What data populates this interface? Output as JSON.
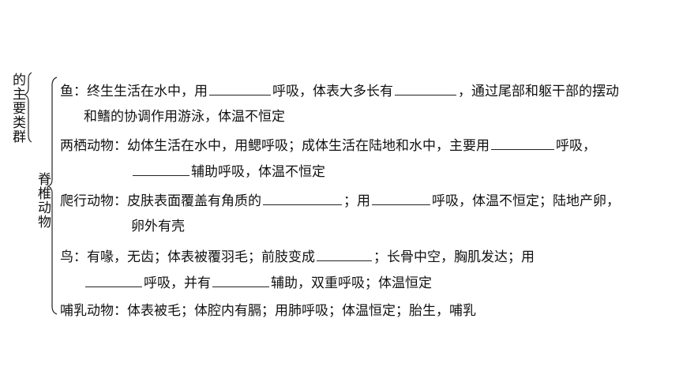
{
  "category_label": "的主要类群",
  "sub_label": "脊椎动物",
  "lines": {
    "fish_1a": "鱼：终生生活在水中，用",
    "fish_1b": "呼吸，体表大多长有",
    "fish_1c": "，通过尾部和躯干部的摆动",
    "fish_2": "和鳍的协调作用游泳，体温不恒定",
    "amph_1a": "两栖动物：幼体生活在水中，用鳃呼吸；成体生活在陆地和水中，主要用",
    "amph_1b": "呼吸，",
    "amph_2": "辅助呼吸，体温不恒定",
    "rept_1a": "爬行动物：皮肤表面覆盖有角质的",
    "rept_1b": "；用",
    "rept_1c": "呼吸，体温不恒定；陆地产卵，",
    "rept_2": "卵外有壳",
    "bird_1a": "鸟：有喙，无齿；体表被覆羽毛；前肢变成",
    "bird_1b": "；长骨中空，胸肌发达；用",
    "bird_2a": "呼吸，并有",
    "bird_2b": "辅助，双重呼吸；体温恒定",
    "mammal": "哺乳动物：体表被毛；体腔内有膈；用肺呼吸；体温恒定；胎生，哺乳"
  }
}
